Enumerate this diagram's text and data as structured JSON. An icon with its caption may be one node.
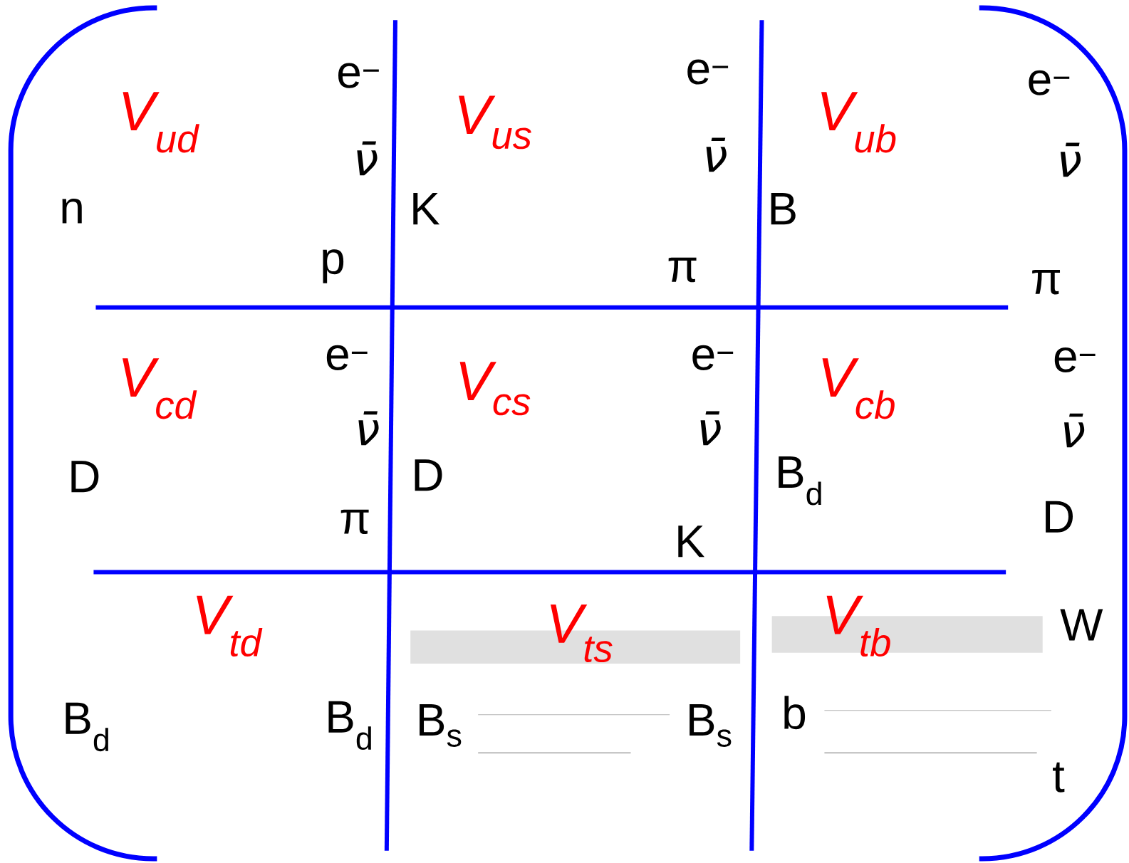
{
  "diagram": {
    "labels": [
      "V$_{ud}$",
      "e$^{−}$",
      "ν̄",
      "n",
      "p",
      "V$_{us}$",
      "e$^{−}$",
      "ν̄",
      "K",
      "π",
      "V$_{ub}$",
      "e$^{−}$",
      "ν̄",
      "B",
      "π",
      "V$_{cd}$",
      "e$^{−}$",
      "ν̄",
      "D",
      "π",
      "V$_{cs}$",
      "e$^{−}$",
      "ν̄",
      "D",
      "K",
      "V$_{cb}$",
      "e$^{−}$",
      "ν̄",
      "B$_{d}$",
      "D",
      "V$_{td}$",
      "B$_{d}$",
      "B$_{d}$",
      "V$_{ts}$",
      "B$_{s}$",
      "B$_{s}$",
      "V$_{tb}$",
      "W",
      "b",
      "t"
    ]
  }
}
